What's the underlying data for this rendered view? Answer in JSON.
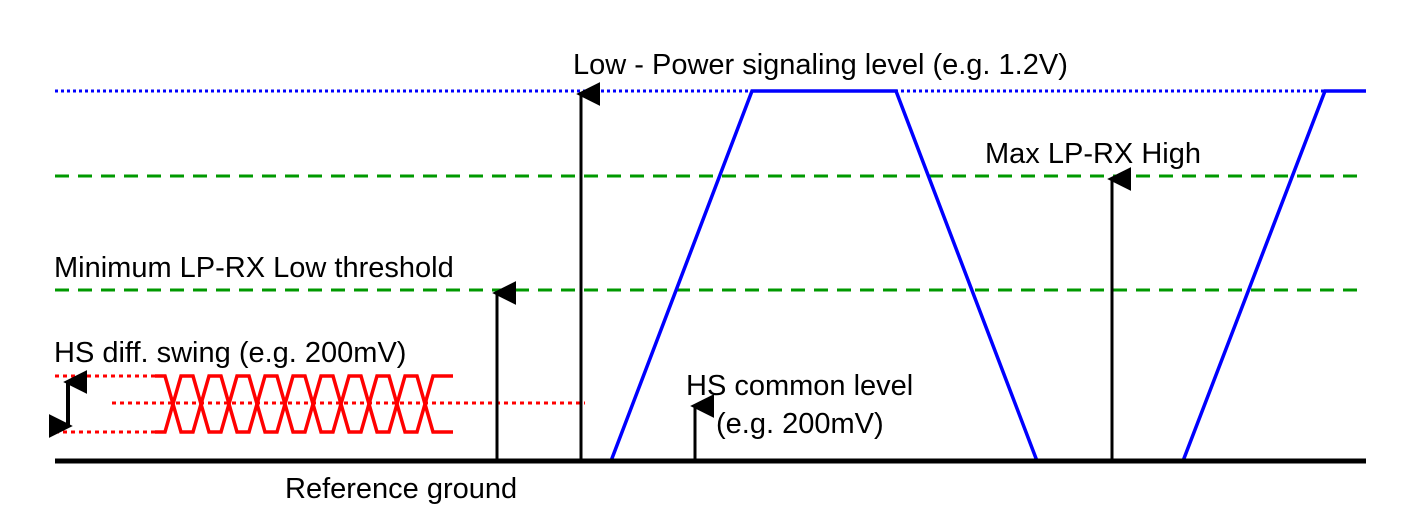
{
  "labels": {
    "lp_level": "Low - Power signaling level (e.g. 1.2V)",
    "max_lp_rx_high": "Max LP-RX High",
    "min_lp_rx_low": "Minimum LP-RX Low threshold",
    "hs_swing": "HS diff. swing (e.g. 200mV)",
    "hs_common": "HS common level",
    "hs_common_example": "(e.g. 200mV)",
    "reference_ground": "Reference ground"
  },
  "colors": {
    "lp_level": "#0000ff",
    "thresholds": "#009900",
    "hs_signal": "#ff0000",
    "lp_signal": "#0000ff",
    "ground": "#000000"
  },
  "hs_crossings": 10
}
